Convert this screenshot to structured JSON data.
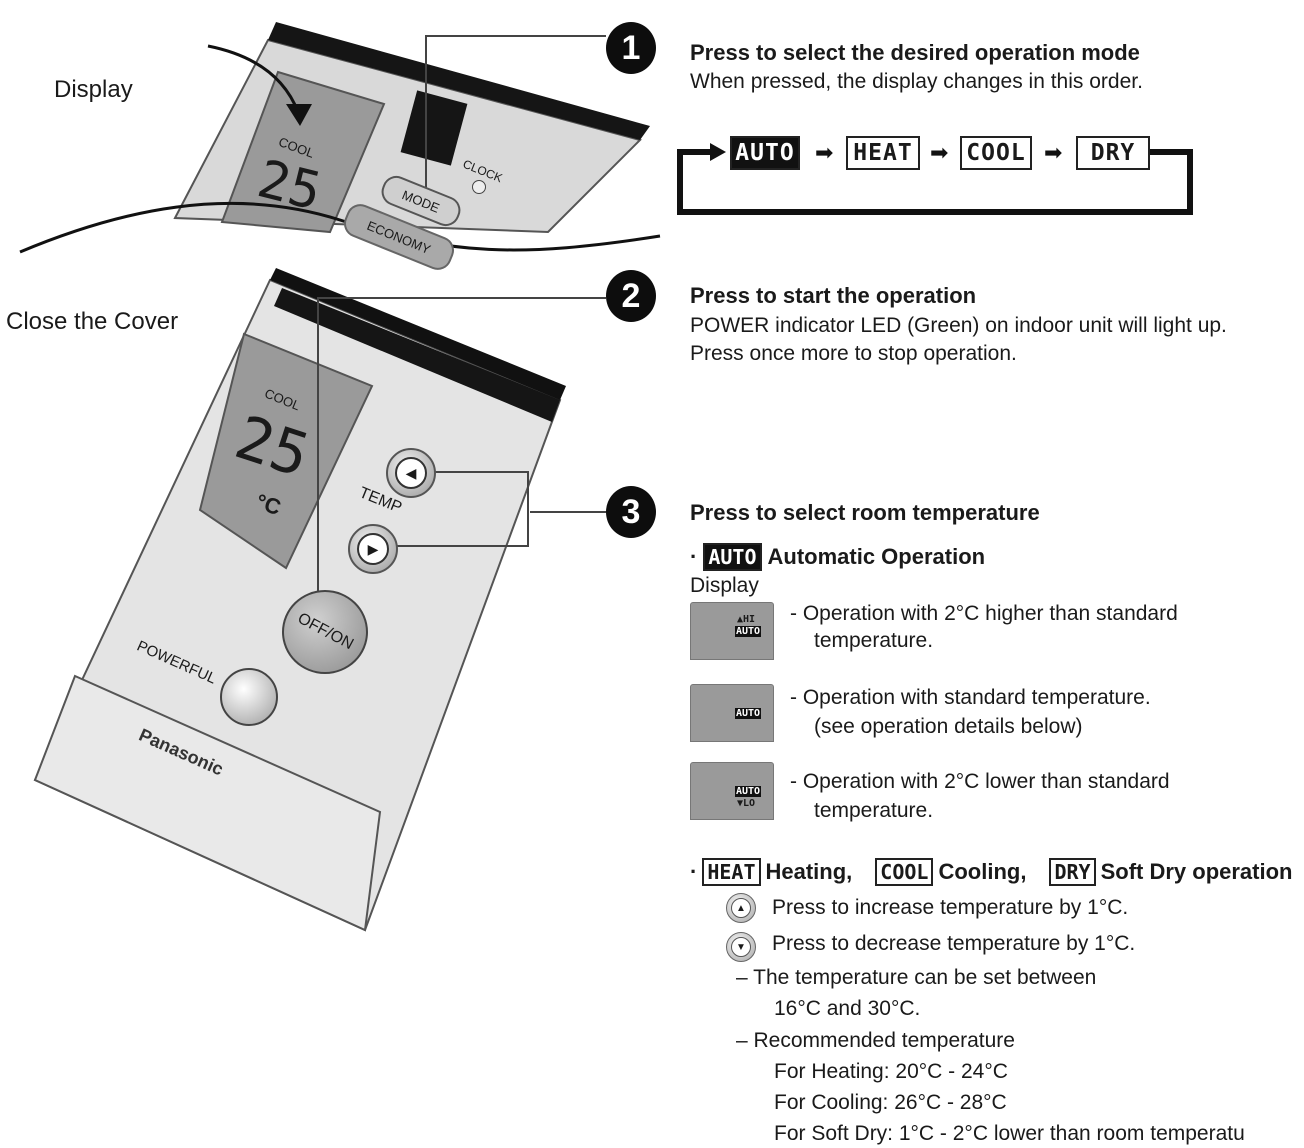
{
  "labels": {
    "display": "Display",
    "close_cover": "Close the Cover"
  },
  "remote": {
    "mode_label": "COOL",
    "temp_value": "25",
    "temp_unit": "°C",
    "top_buttons": {
      "mode": "MODE",
      "clock": "CLOCK",
      "economy": "ECONOMY"
    },
    "temp_label": "TEMP",
    "off_on": "OFF/ON",
    "powerful": "POWERFUL",
    "brand": "Panasonic"
  },
  "steps": [
    {
      "number": "1",
      "title": "Press to select the desired operation mode",
      "text": "When pressed, the display changes in this order.",
      "sequence": [
        "AUTO",
        "HEAT",
        "COOL",
        "DRY"
      ]
    },
    {
      "number": "2",
      "title": "Press to start the operation",
      "lines": [
        "POWER indicator LED (Green) on indoor unit will light up.",
        "Press once more to stop operation."
      ]
    },
    {
      "number": "3",
      "title": "Press to select room temperature",
      "auto": {
        "tag": "AUTO",
        "heading": "Automatic Operation",
        "display_label": "Display",
        "options": [
          {
            "line1": "- Operation with 2°C higher than standard",
            "line2": "temperature.",
            "mini_top": "▲HI",
            "mini_bottom": "AUTO"
          },
          {
            "line1": "- Operation with standard temperature.",
            "line2": "(see operation details below)",
            "mini_top": "",
            "mini_bottom": "AUTO"
          },
          {
            "line1": "- Operation with 2°C lower than standard",
            "line2": "temperature.",
            "mini_top": "AUTO",
            "mini_bottom": "▼LO"
          }
        ]
      },
      "modes": {
        "bullet": "·",
        "heat_tag": "HEAT",
        "heat_text": "Heating,",
        "cool_tag": "COOL",
        "cool_text": "Cooling,",
        "dry_tag": "DRY",
        "dry_text": "Soft Dry operation",
        "increase": "Press to increase temperature by 1°C.",
        "decrease": "Press to decrease temperature by 1°C.",
        "range_line1": "– The temperature can be set between",
        "range_line2": "16°C and 30°C.",
        "rec_title": "– Recommended temperature",
        "rec_heating": "For Heating: 20°C - 24°C",
        "rec_cooling": "For Cooling: 26°C - 28°C",
        "rec_dry": "For Soft Dry: 1°C - 2°C lower than room temperatu"
      }
    }
  ],
  "colors": {
    "remote_body": "#e4e4e4",
    "remote_top": "#1a1a1a",
    "display_grey": "#9a9a9a"
  }
}
